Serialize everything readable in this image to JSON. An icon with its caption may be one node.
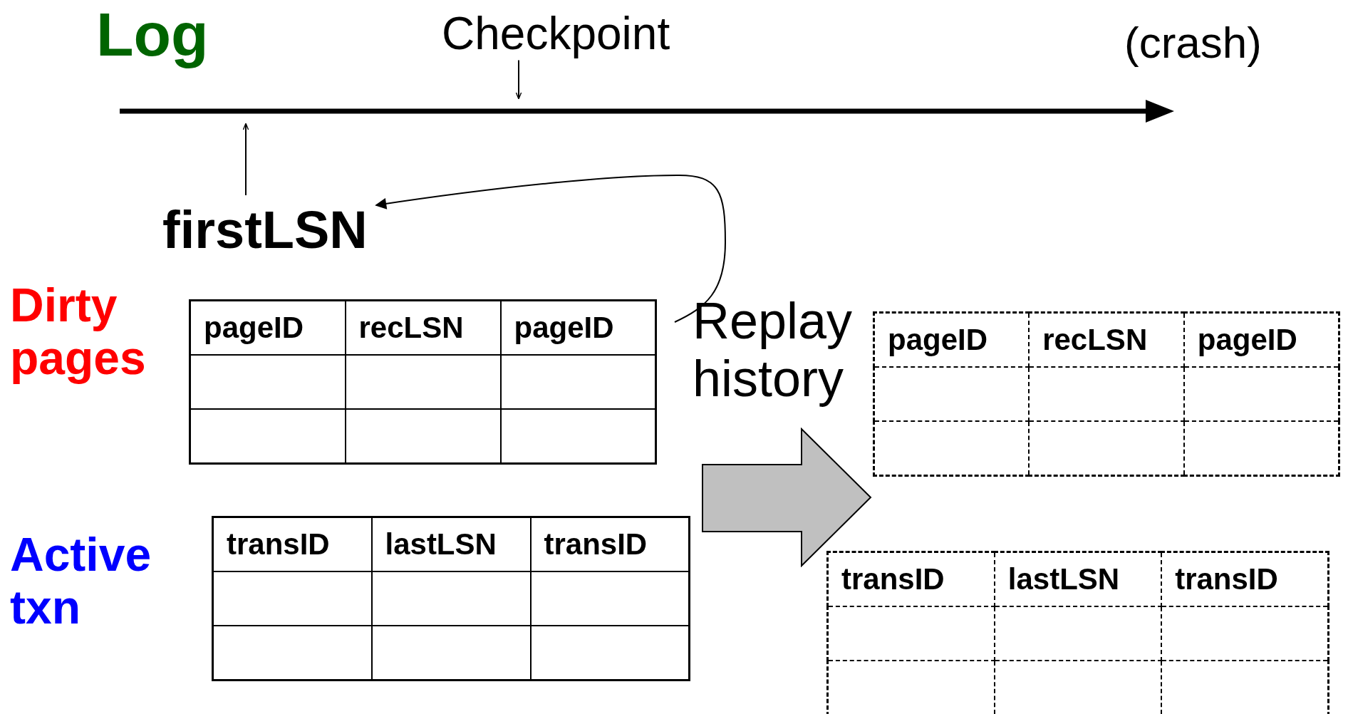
{
  "diagram": {
    "nodes": [
      {
        "text": [],
        "shape": "arrow"
      },
      {
        "text": [
          "Checkpoint"
        ]
      },
      {
        "text": [
          "firstLSN"
        ]
      },
      {
        "text": [
          "pageID",
          "recLSN",
          "pageID"
        ]
      },
      {
        "text": [
          "transID",
          "lastLSN",
          "transID"
        ]
      },
      {
        "text": [
          "pageID",
          "recLSN",
          "pageID"
        ]
      },
      {
        "text": [
          "transID",
          "lastLSN",
          "transID"
        ]
      },
      {
        "text": [],
        "shape": "arrow"
      }
    ],
    "edges": [
      {
        "from": 1,
        "to": 0,
        "arrow": "to"
      },
      {
        "from": 2,
        "to": 0,
        "arrow": "to"
      },
      {
        "from": 3,
        "to": 2,
        "arrow": "to"
      }
    ],
    "labels": [
      "Log",
      "(crash)",
      "Dirty pages",
      "Active txn",
      "Replay history"
    ]
  }
}
